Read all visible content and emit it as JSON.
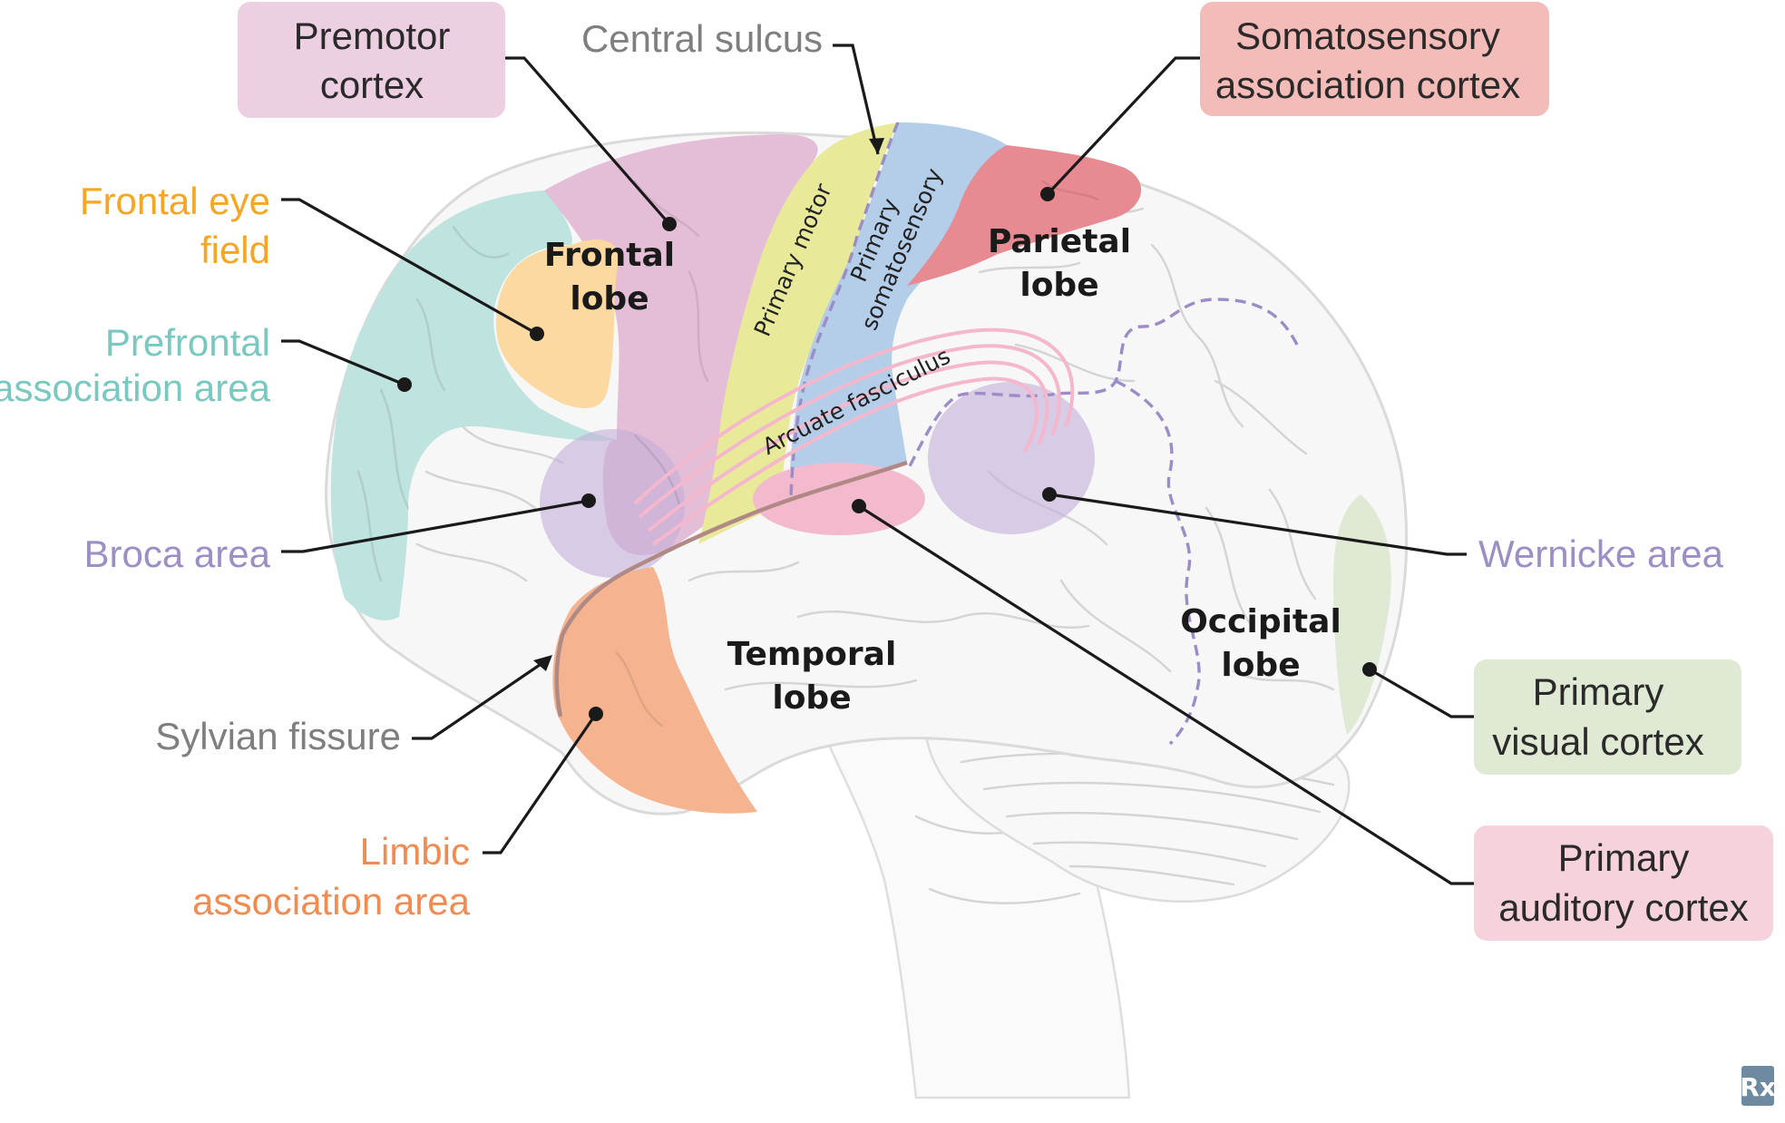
{
  "labels": {
    "premotor": [
      "Premotor",
      "cortex"
    ],
    "central_sulcus": "Central sulcus",
    "somatosensory_assoc": [
      "Somatosensory",
      "association cortex"
    ],
    "frontal_eye": [
      "Frontal eye",
      "field"
    ],
    "prefrontal": [
      "Prefrontal",
      "association area"
    ],
    "broca": "Broca area",
    "sylvian": "Sylvian fissure",
    "limbic": [
      "Limbic",
      "association area"
    ],
    "wernicke": "Wernicke area",
    "primary_visual": [
      "Primary",
      "visual cortex"
    ],
    "primary_auditory": [
      "Primary",
      "auditory cortex"
    ]
  },
  "lobes": {
    "frontal": [
      "Frontal",
      "lobe"
    ],
    "parietal": [
      "Parietal",
      "lobe"
    ],
    "temporal": [
      "Temporal",
      "lobe"
    ],
    "occipital": [
      "Occipital",
      "lobe"
    ]
  },
  "inner_labels": {
    "primary_motor": "Primary motor",
    "primary_somatosensory": [
      "Primary",
      "somatosensory"
    ],
    "arcuate": "Arcuate fasciculus"
  },
  "logo": "Rx",
  "colors": {
    "premotor": "#ecd0e2",
    "premotor_region": "#e4bdd6",
    "somatosensory_assoc": "#f4bcb8",
    "somatosensory_region": "#e88a92",
    "frontal_eye": "#f6a623",
    "frontal_eye_region": "#fbd9a0",
    "prefrontal": "#79c9c1",
    "prefrontal_region": "#bfe3df",
    "broca": "#9d8fc6",
    "wernicke": "#9d8fc6",
    "sylvian": "#7f7f7f",
    "central": "#7f7f7f",
    "limbic": "#f08c52",
    "limbic_region": "#f5b48f",
    "visual_box": "#dfe9d3",
    "auditory_box": "#f6d2dc",
    "auditory_region": "#f3b9cd",
    "motor_region": "#e8ea9a",
    "somatosensory_primary_region": "#b4cde9"
  }
}
